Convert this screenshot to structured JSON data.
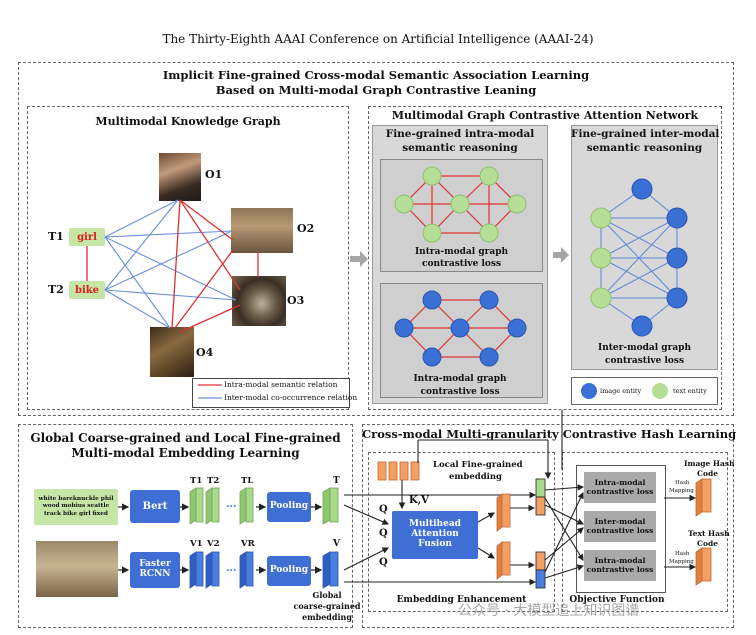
{
  "header": "The Thirty-Eighth AAAI Conference on Artificial Intelligence (AAAI-24)",
  "main_title_line1": "Implicit Fine-grained Cross-modal Semantic Association Learning",
  "main_title_line2": "Based on Multi-modal Graph Contrastive Leaning",
  "mkg": {
    "title": "Multimodal Knowledge Graph",
    "nodes": {
      "o1": "O1",
      "o2": "O2",
      "o3": "O3",
      "o4": "O4",
      "t1": "T1",
      "t2": "T2"
    },
    "text_girl": "girl",
    "text_bike": "bike",
    "legend_intra": "Intra-modal semantic relation",
    "legend_inter": "Inter-modal co-occurrence relation"
  },
  "mgcan": {
    "title": "Multimodal Graph Contrastive Attention Network",
    "intra_title_line1": "Fine-grained intra-modal",
    "intra_title_line2": "semantic reasoning",
    "inter_title_line1": "Fine-grained inter-modal",
    "inter_title_line2": "semantic reasoning",
    "loss1_line1": "Intra-modal graph",
    "loss1_line2": "contrastive loss",
    "loss2_line1": "Intra-modal graph",
    "loss2_line2": "contrastive loss",
    "loss3_line1": "Inter-modal graph",
    "loss3_line2": "contrastive loss",
    "legend_image": "image entity",
    "legend_text": "text entity"
  },
  "embedding": {
    "title_line1": "Global Coarse-grained and Local Fine-grained",
    "title_line2": "Multi-modal Embedding Learning",
    "caption_text": "white bareknuckle phil wood mobius seattle track bike girl fixed",
    "bert": "Bert",
    "rcnn_line1": "Faster",
    "rcnn_line2": "RCNN",
    "pooling": "Pooling",
    "t_labels": [
      "T1",
      "T2",
      "TL"
    ],
    "v_labels": [
      "V1",
      "V2",
      "VR"
    ],
    "dots": "...",
    "t_out": "T",
    "v_out": "V",
    "global_line1": "Global",
    "global_line2": "coarse-grained",
    "global_line3": "embedding"
  },
  "hash": {
    "title": "Cross-modal Multi-granularity Contrastive Hash Learning",
    "local_line1": "Local Fine-grained",
    "local_line2": "embedding",
    "kv": "K,V",
    "q1": "Q",
    "q2": "Q",
    "q3": "Q",
    "attn_line1": "Multihead",
    "attn_line2": "Attention",
    "attn_line3": "Fusion",
    "enhancement": "Embedding Enhancement",
    "objective": "Objective Function",
    "losses": [
      {
        "line1": "Intra-modal",
        "line2": "contrastive loss"
      },
      {
        "line1": "Inter-modal",
        "line2": "contrastive loss"
      },
      {
        "line1": "Intra-modal",
        "line2": "contrastive loss"
      }
    ],
    "image_hash_line1": "Image Hash",
    "image_hash_line2": "Code",
    "text_hash_line1": "Text Hash",
    "text_hash_line2": "Code",
    "hash_mapping_1a": "Hash",
    "hash_mapping_1b": "Mapping",
    "hash_mapping_2a": "Hash",
    "hash_mapping_2b": "Mapping"
  },
  "watermark": "公众号 · 大模型追上知识图谱",
  "colors": {
    "green": "#a9d98b",
    "blue": "#3a6fd6",
    "orange": "#f0904a",
    "red": "#e03030",
    "edge_blue": "#5a86d8",
    "grey": "#d8d8d8"
  }
}
